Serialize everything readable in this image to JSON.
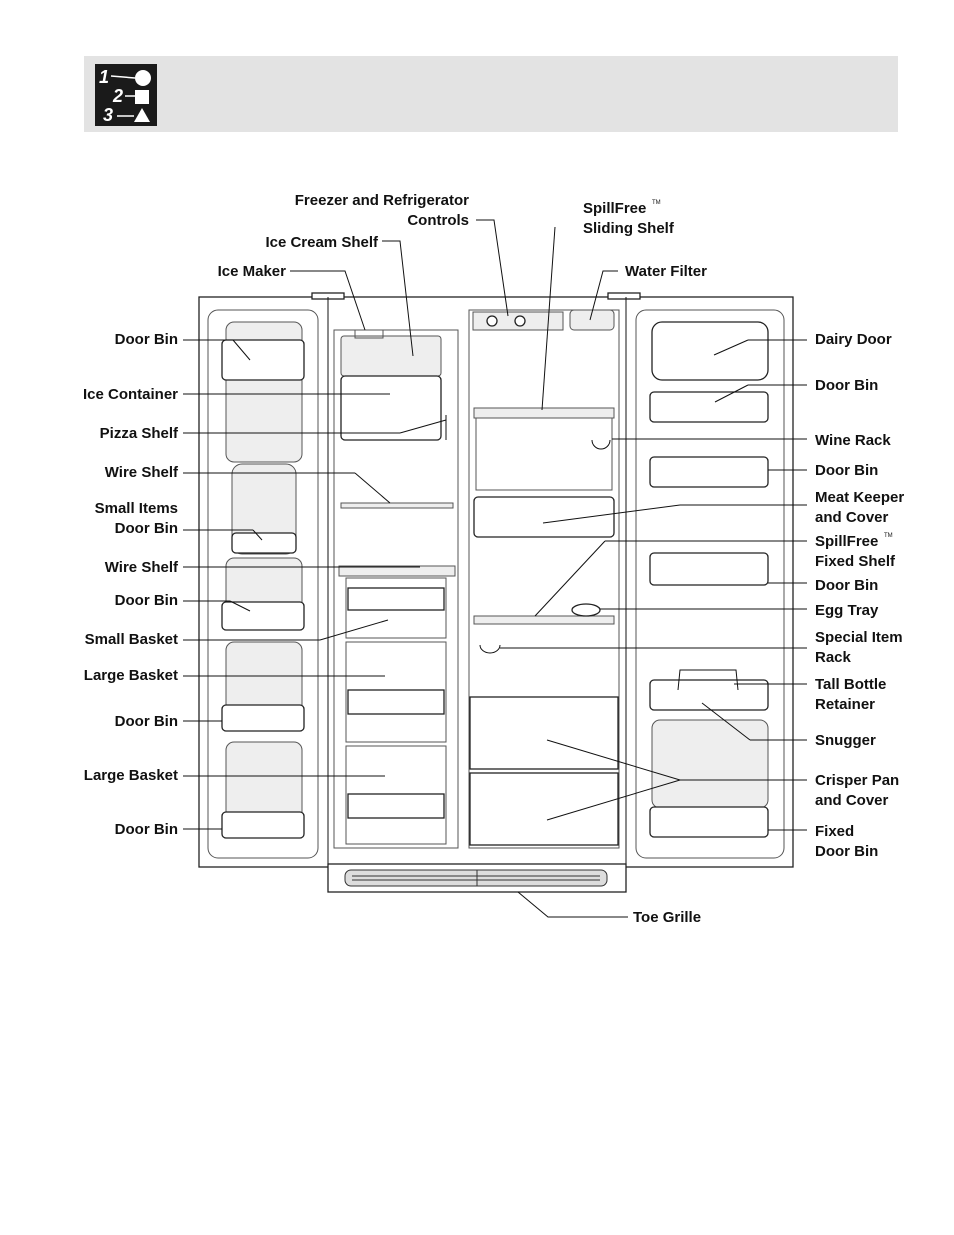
{
  "header": {
    "icon": "numbered-steps-icon"
  },
  "labels": {
    "freezer_controls_1": "Freezer and Refrigerator",
    "freezer_controls_2": "Controls",
    "ice_cream_shelf": "Ice Cream Shelf",
    "ice_maker": "Ice Maker",
    "door_bin": "Door Bin",
    "ice_container": "Ice Container",
    "pizza_shelf": "Pizza Shelf",
    "wire_shelf": "Wire Shelf",
    "small_items_1": "Small Items",
    "small_items_2": "Door Bin",
    "small_basket": "Small Basket",
    "large_basket": "Large Basket",
    "spillfree": "SpillFree",
    "tm": "TM",
    "sliding_shelf": "Sliding Shelf",
    "water_filter": "Water Filter",
    "dairy_door": "Dairy Door",
    "wine_rack": "Wine Rack",
    "meat_keeper_1": "Meat Keeper",
    "meat_keeper_2": "and Cover",
    "fixed_shelf": "Fixed Shelf",
    "egg_tray": "Egg Tray",
    "special_item_1": "Special Item",
    "special_item_2": "Rack",
    "tall_bottle_1": "Tall Bottle",
    "tall_bottle_2": "Retainer",
    "snugger": "Snugger",
    "crisper_1": "Crisper Pan",
    "crisper_2": "and Cover",
    "fixed_door_bin_1": "Fixed",
    "fixed_door_bin_2": "Door Bin",
    "toe_grille": "Toe Grille"
  }
}
